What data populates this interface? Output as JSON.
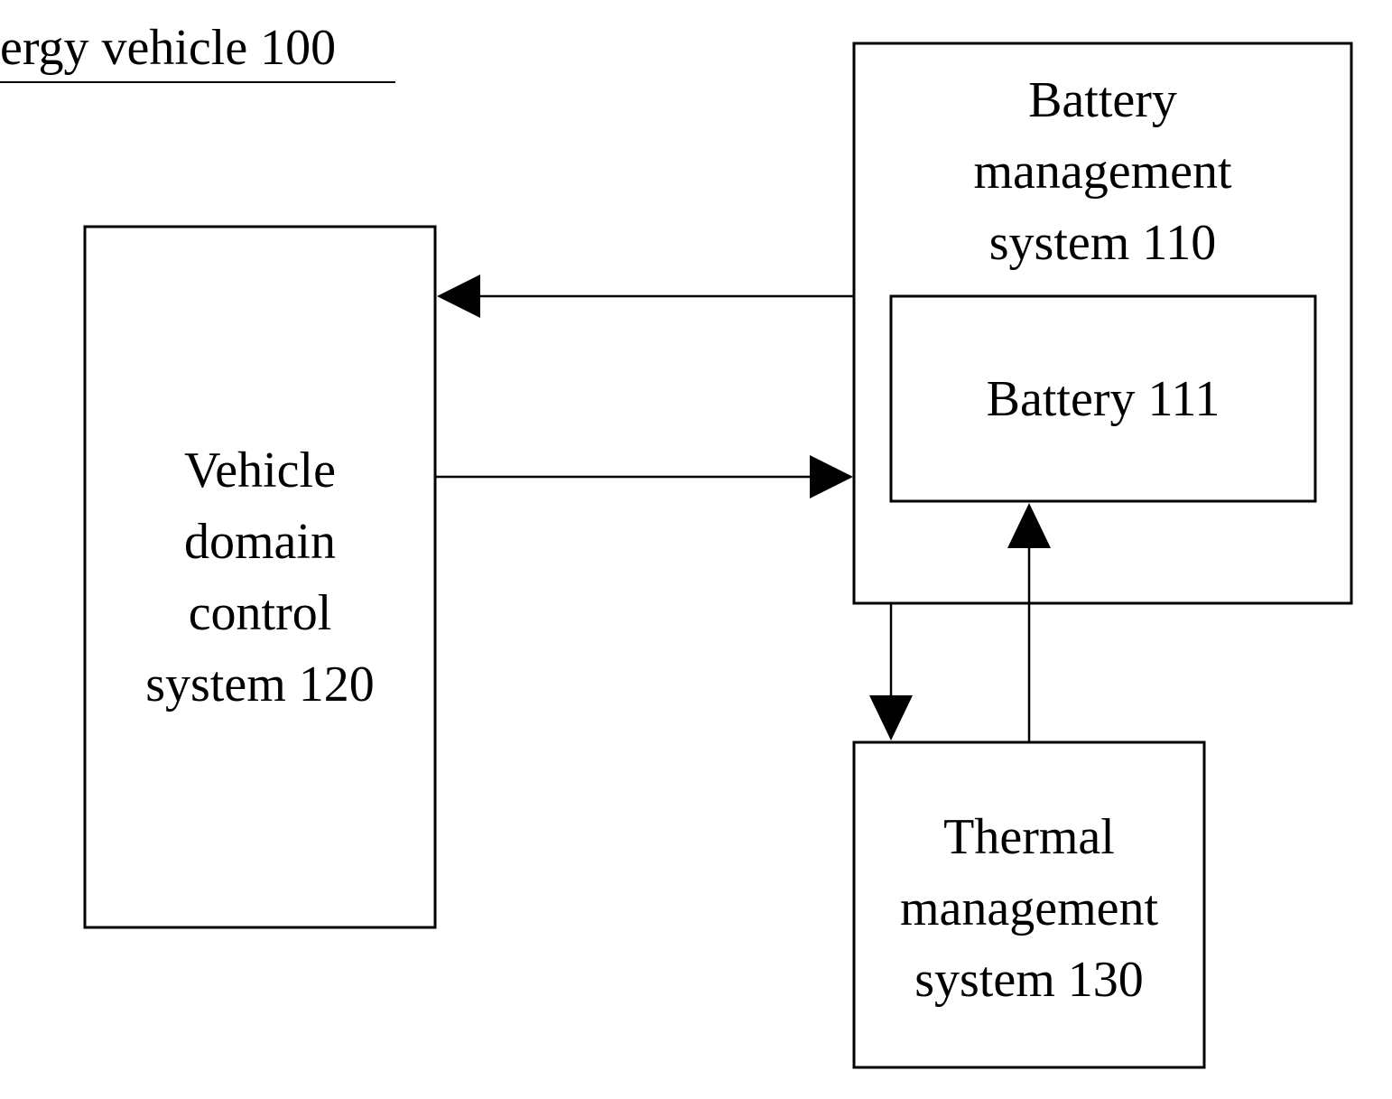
{
  "title": "ergy vehicle 100",
  "nodes": {
    "battery_management_system": {
      "label": "Battery\nmanagement\nsystem 110"
    },
    "battery": {
      "label": "Battery 111"
    },
    "vehicle_domain_control_system": {
      "label": "Vehicle\ndomain\ncontrol\nsystem 120"
    },
    "thermal_management_system": {
      "label": "Thermal\nmanagement\nsystem 130"
    }
  },
  "edges": [
    {
      "from": "battery_management_system",
      "to": "vehicle_domain_control_system"
    },
    {
      "from": "vehicle_domain_control_system",
      "to": "battery_management_system"
    },
    {
      "from": "battery_management_system",
      "to": "thermal_management_system"
    },
    {
      "from": "thermal_management_system",
      "to": "battery"
    }
  ],
  "colors": {
    "line": "#000000",
    "background": "#ffffff"
  }
}
